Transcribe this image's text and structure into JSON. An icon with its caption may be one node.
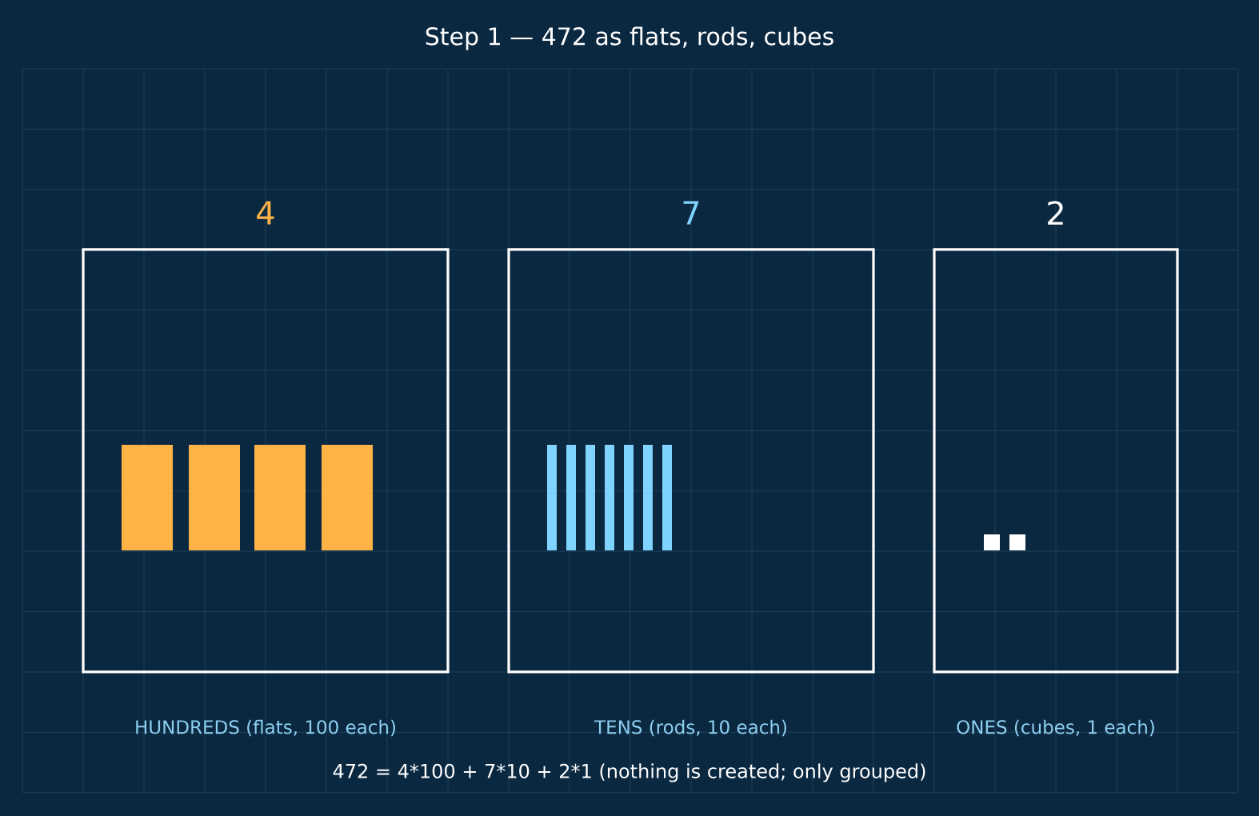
{
  "diagram": {
    "title": "Step 1 — 472 as flats, rods, cubes",
    "nodes": [
      {
        "text": [
          "4",
          "HUNDREDS (flats, 100 each)"
        ]
      },
      {
        "text": [
          "7",
          "TENS (rods, 10 each)"
        ]
      },
      {
        "text": [
          "2",
          "ONES (cubes, 1 each)"
        ]
      }
    ],
    "labels": [
      "472 = 4*100 + 7*10 + 2*1  (nothing is created; only grouped)"
    ]
  }
}
